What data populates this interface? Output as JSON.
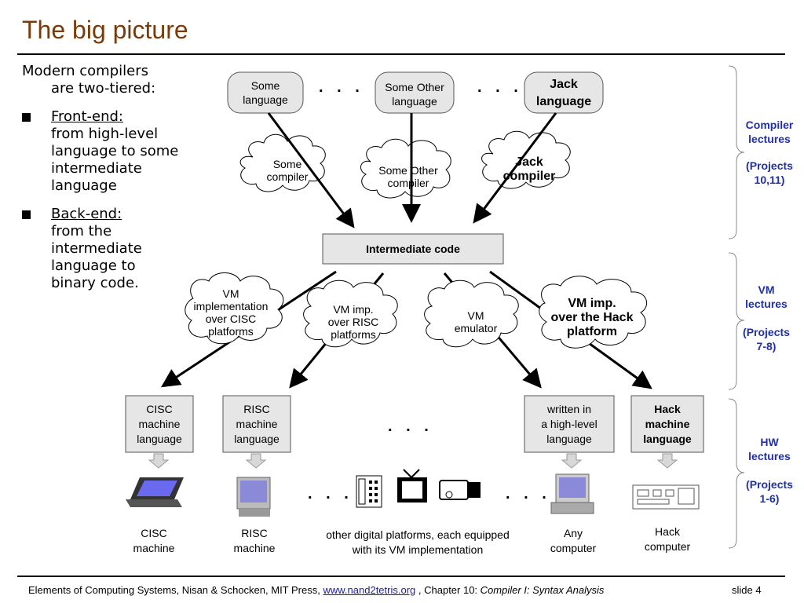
{
  "title": "The big picture",
  "left_text": {
    "intro_line1": "Modern compilers",
    "intro_line2": "are two-tiered:",
    "bullets": [
      {
        "header": "Front-end:",
        "lines": [
          "from high-level",
          "language to some",
          "intermediate",
          "language"
        ]
      },
      {
        "header": "Back-end:",
        "lines": [
          "from the",
          "intermediate",
          "language to",
          "binary code."
        ]
      }
    ]
  },
  "diagram": {
    "languages": [
      {
        "line1": "Some",
        "line2": "language"
      },
      {
        "line1": "Some Other",
        "line2": "language"
      },
      {
        "line1": "Jack",
        "line2": "language"
      }
    ],
    "compilers": [
      {
        "line1": "Some",
        "line2": "compiler"
      },
      {
        "line1": "Some Other",
        "line2": "compiler"
      },
      {
        "line1": "Jack",
        "line2": "compiler"
      }
    ],
    "intermediate": "Intermediate code",
    "vm_impls": [
      {
        "lines": [
          "VM",
          "implementation",
          "over CISC",
          "platforms"
        ]
      },
      {
        "lines": [
          "VM imp.",
          "over RISC",
          "platforms"
        ]
      },
      {
        "lines": [
          "VM",
          "emulator"
        ]
      },
      {
        "lines": [
          "VM imp.",
          "over the Hack",
          "platform"
        ]
      }
    ],
    "machine_langs": [
      {
        "lines": [
          "CISC",
          "machine",
          "language"
        ]
      },
      {
        "lines": [
          "RISC",
          "machine",
          "language"
        ]
      },
      {
        "lines": [
          "written in",
          "a high-level",
          "language"
        ]
      },
      {
        "lines": [
          "Hack",
          "machine",
          "language"
        ]
      }
    ],
    "dots": ". . .",
    "bottom_labels": [
      {
        "lines": [
          "CISC",
          "machine"
        ]
      },
      {
        "lines": [
          "RISC",
          "machine"
        ]
      },
      {
        "lines": [
          "other digital platforms, each equipped",
          "with its VM implementation"
        ]
      },
      {
        "lines": [
          "Any",
          "computer"
        ]
      },
      {
        "lines": [
          "Hack",
          "computer"
        ]
      }
    ]
  },
  "side_labels": [
    {
      "lines": [
        "Compiler",
        "lectures"
      ],
      "sub": [
        "(Projects",
        "10,11)"
      ]
    },
    {
      "lines": [
        "VM",
        "lectures"
      ],
      "sub": [
        "(Projects",
        "7-8)"
      ]
    },
    {
      "lines": [
        "HW",
        "lectures"
      ],
      "sub": [
        "(Projects",
        "1-6)"
      ]
    }
  ],
  "footer": {
    "text1": "Elements of Computing Systems, Nisan & Schocken, MIT Press,",
    "link": "www.nand2tetris.org",
    "text2": ", Chapter 10:",
    "italic": "Compiler I: Syntax Analysis",
    "slide": "slide 4"
  },
  "colors": {
    "title": "#7a3b0a",
    "side_labels": "#1f2fb0",
    "box_fill": "#e6e6e6"
  }
}
